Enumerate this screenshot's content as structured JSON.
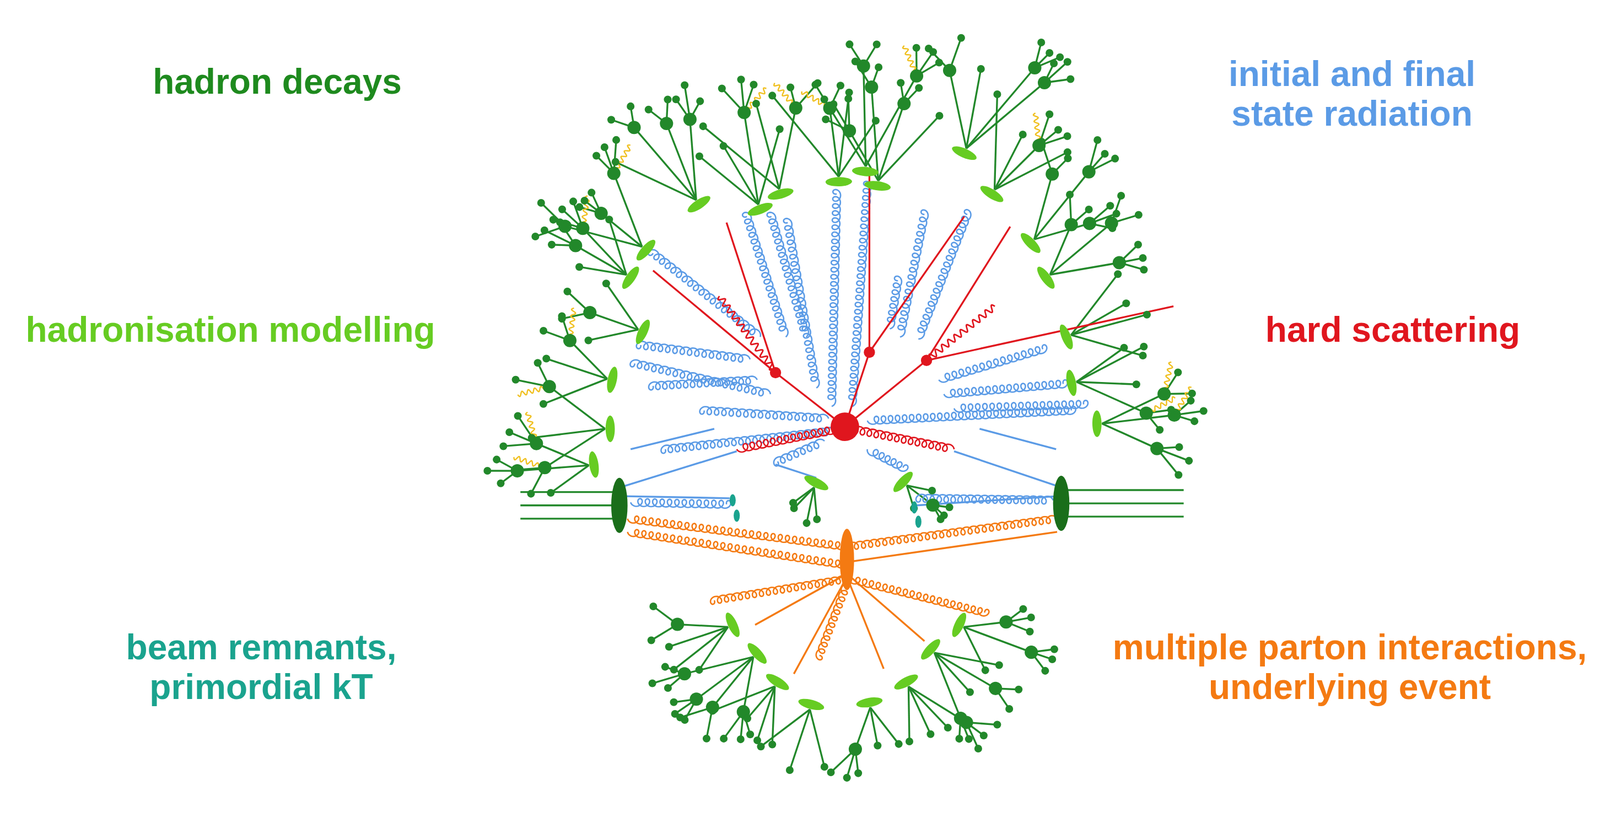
{
  "diagram": {
    "labels": [
      "hadron decays",
      "initial and final state radiation",
      "hadronisation modelling",
      "hard scattering",
      "beam remnants, primordial kT",
      "multiple parton interactions, underlying event"
    ]
  }
}
